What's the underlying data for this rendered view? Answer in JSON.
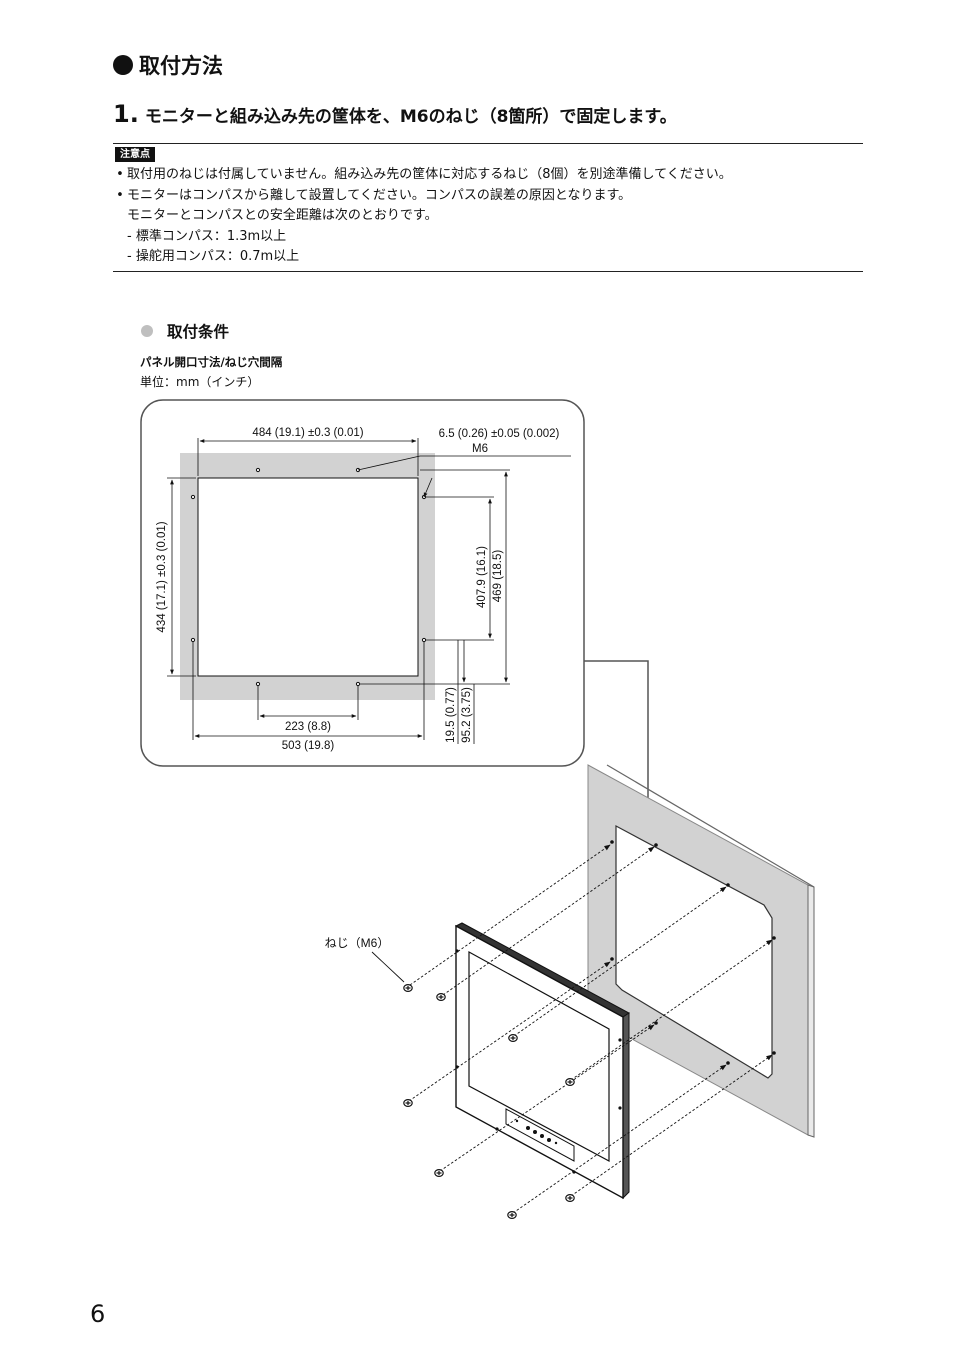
{
  "section_title": "取付方法",
  "step": {
    "number": "1.",
    "text": "モニターと組み込み先の筐体を、M6のねじ（8箇所）で固定します。"
  },
  "caution": {
    "label": "注意点",
    "items": [
      "取付用のねじは付属していません。組み込み先の筐体に対応するねじ（8個）を別途準備してください。",
      "モニターはコンパスから離して設置してください。コンパスの誤差の原因となります。"
    ],
    "continuation": "モニターとコンパスとの安全距離は次のとおりです。",
    "distances": [
      "- 標準コンパス：1.3m以上",
      "- 操舵用コンパス：0.7m以上"
    ]
  },
  "conditions": {
    "title": "取付条件",
    "caption": "パネル開口寸法/ねじ穴間隔",
    "unit": "単位：mm（インチ）"
  },
  "dimensions": {
    "top_width": "484 (19.1) ±0.3 (0.01)",
    "hole_diameter": "6.5 (0.26) ±0.05 (0.002)",
    "thread": "M6",
    "left_height": "434 (17.1) ±0.3 (0.01)",
    "right_inner": "407.9 (16.1)",
    "right_outer": "469 (18.5)",
    "bottom_inner": "223 (8.8)",
    "bottom_outer": "503 (19.8)",
    "offset_small": "19.5 (0.77)",
    "offset_large": "95.2 (3.75)"
  },
  "screw_label": "ねじ（M6）",
  "page_number": "6"
}
